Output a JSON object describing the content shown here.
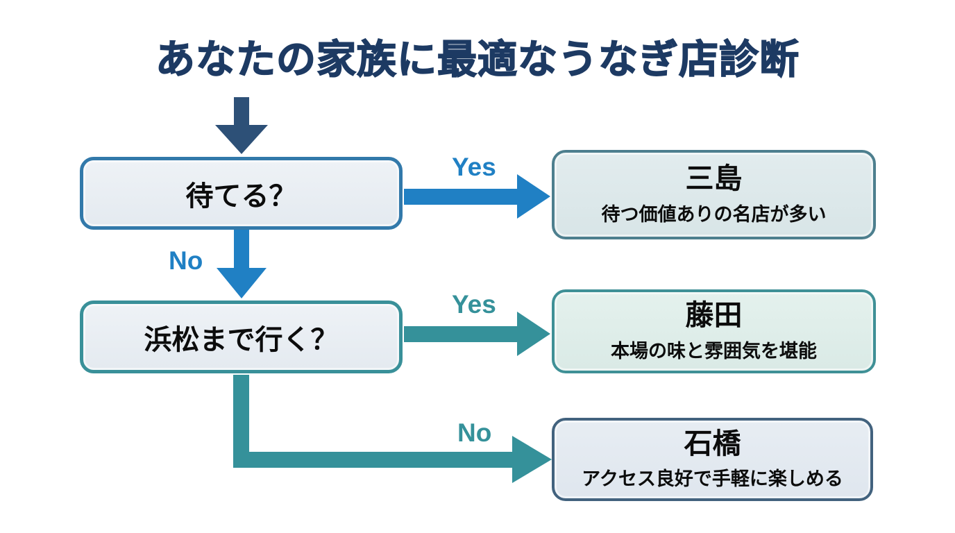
{
  "title": "あなたの家族に最適なうなぎ店診断",
  "colors": {
    "title_navy": "#1d3a63",
    "start_arrow_navy": "#2d5077",
    "branch_blue": "#2080c4",
    "branch_teal": "#35919a",
    "q1_border": "#3279aa",
    "q2_border": "#399099",
    "result1_border": "#4d7f8e",
    "result2_border": "#3f9096",
    "result3_border": "#42627e"
  },
  "flow": {
    "questions": [
      {
        "label": "待てる？"
      },
      {
        "label": "浜松まで行く？"
      }
    ],
    "edges": {
      "yes1": "Yes",
      "no1": "No",
      "yes2": "Yes",
      "no2": "No"
    },
    "results": [
      {
        "name": "三島",
        "desc": "待つ価値ありの名店が多い"
      },
      {
        "name": "藤田",
        "desc": "本場の味と雰囲気を堪能"
      },
      {
        "name": "石橋",
        "desc": "アクセス良好で手軽に楽しめる"
      }
    ]
  }
}
